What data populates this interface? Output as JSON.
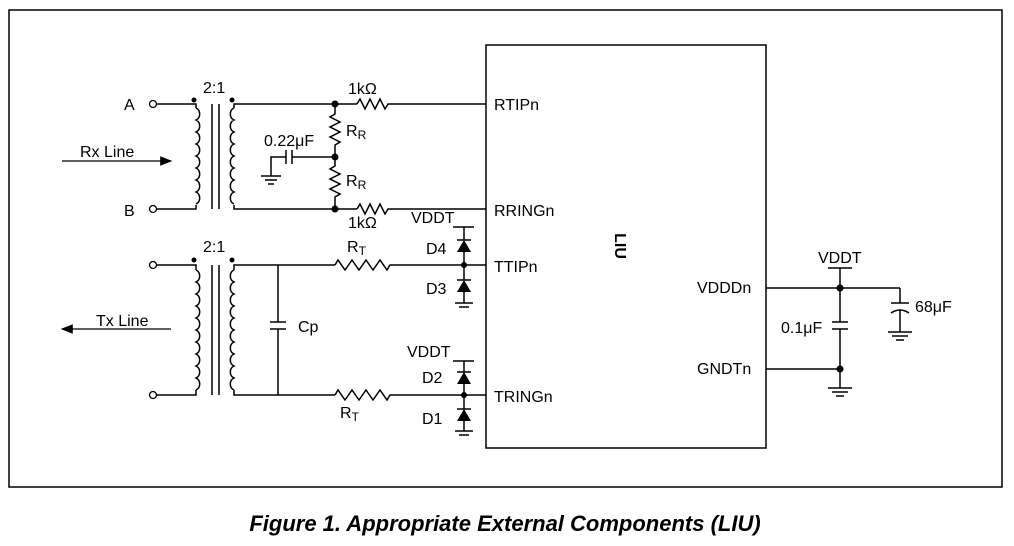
{
  "caption": "Figure 1. Appropriate External Components (LIU)",
  "chip": {
    "name": "LIU",
    "pins": {
      "rtip": "RTIPn",
      "rring": "RRINGn",
      "ttip": "TTIPn",
      "tring": "TRINGn",
      "vddd": "VDDDn",
      "gndt": "GNDTn"
    }
  },
  "rx": {
    "line_label": "Rx Line",
    "terminal_a": "A",
    "terminal_b": "B",
    "ratio": "2:1",
    "r_top": "1kΩ",
    "r_bottom": "1kΩ",
    "rr_top": "R",
    "rr_top_sub": "R",
    "rr_bottom": "R",
    "rr_bottom_sub": "R",
    "cap": "0.22μF"
  },
  "tx": {
    "line_label": "Tx Line",
    "ratio": "2:1",
    "cp": "Cp",
    "rt_top": "R",
    "rt_top_sub": "T",
    "rt_bottom": "R",
    "rt_bottom_sub": "T",
    "vddt_top": "VDDT",
    "vddt_bottom": "VDDT",
    "d1": "D1",
    "d2": "D2",
    "d3": "D3",
    "d4": "D4"
  },
  "power": {
    "vddt": "VDDT",
    "cap_small": "0.1μF",
    "cap_large": "68μF"
  }
}
